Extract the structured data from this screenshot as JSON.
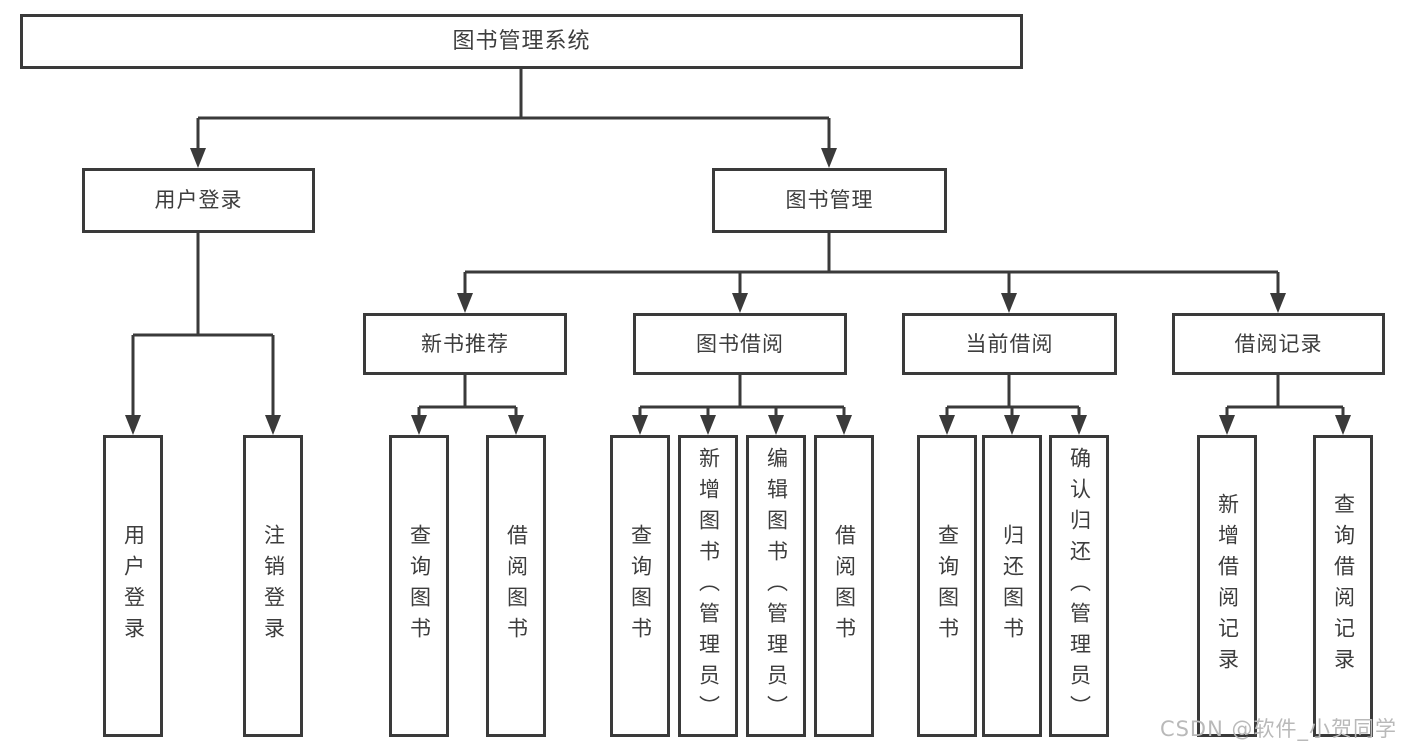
{
  "tree": {
    "root": {
      "label": "图书管理系统"
    },
    "level2": [
      {
        "label": "用户登录",
        "children": [
          {
            "label": "用户登录"
          },
          {
            "label": "注销登录"
          }
        ]
      },
      {
        "label": "图书管理",
        "children": [
          {
            "label": "新书推荐",
            "children": [
              {
                "label": "查询图书"
              },
              {
                "label": "借阅图书"
              }
            ]
          },
          {
            "label": "图书借阅",
            "children": [
              {
                "label": "查询图书"
              },
              {
                "label": "新增图书（管理员）"
              },
              {
                "label": "编辑图书（管理员）"
              },
              {
                "label": "借阅图书"
              }
            ]
          },
          {
            "label": "当前借阅",
            "children": [
              {
                "label": "查询图书"
              },
              {
                "label": "归还图书"
              },
              {
                "label": "确认归还（管理员）"
              }
            ]
          },
          {
            "label": "借阅记录",
            "children": [
              {
                "label": "新增借阅记录"
              },
              {
                "label": "查询借阅记录"
              }
            ]
          }
        ]
      }
    ]
  },
  "watermark": "CSDN @软件_小贺同学",
  "colors": {
    "line": "#3a3a3a",
    "text": "#3d3d3d",
    "watermark": "#b9b9b9",
    "background": "#ffffff"
  }
}
